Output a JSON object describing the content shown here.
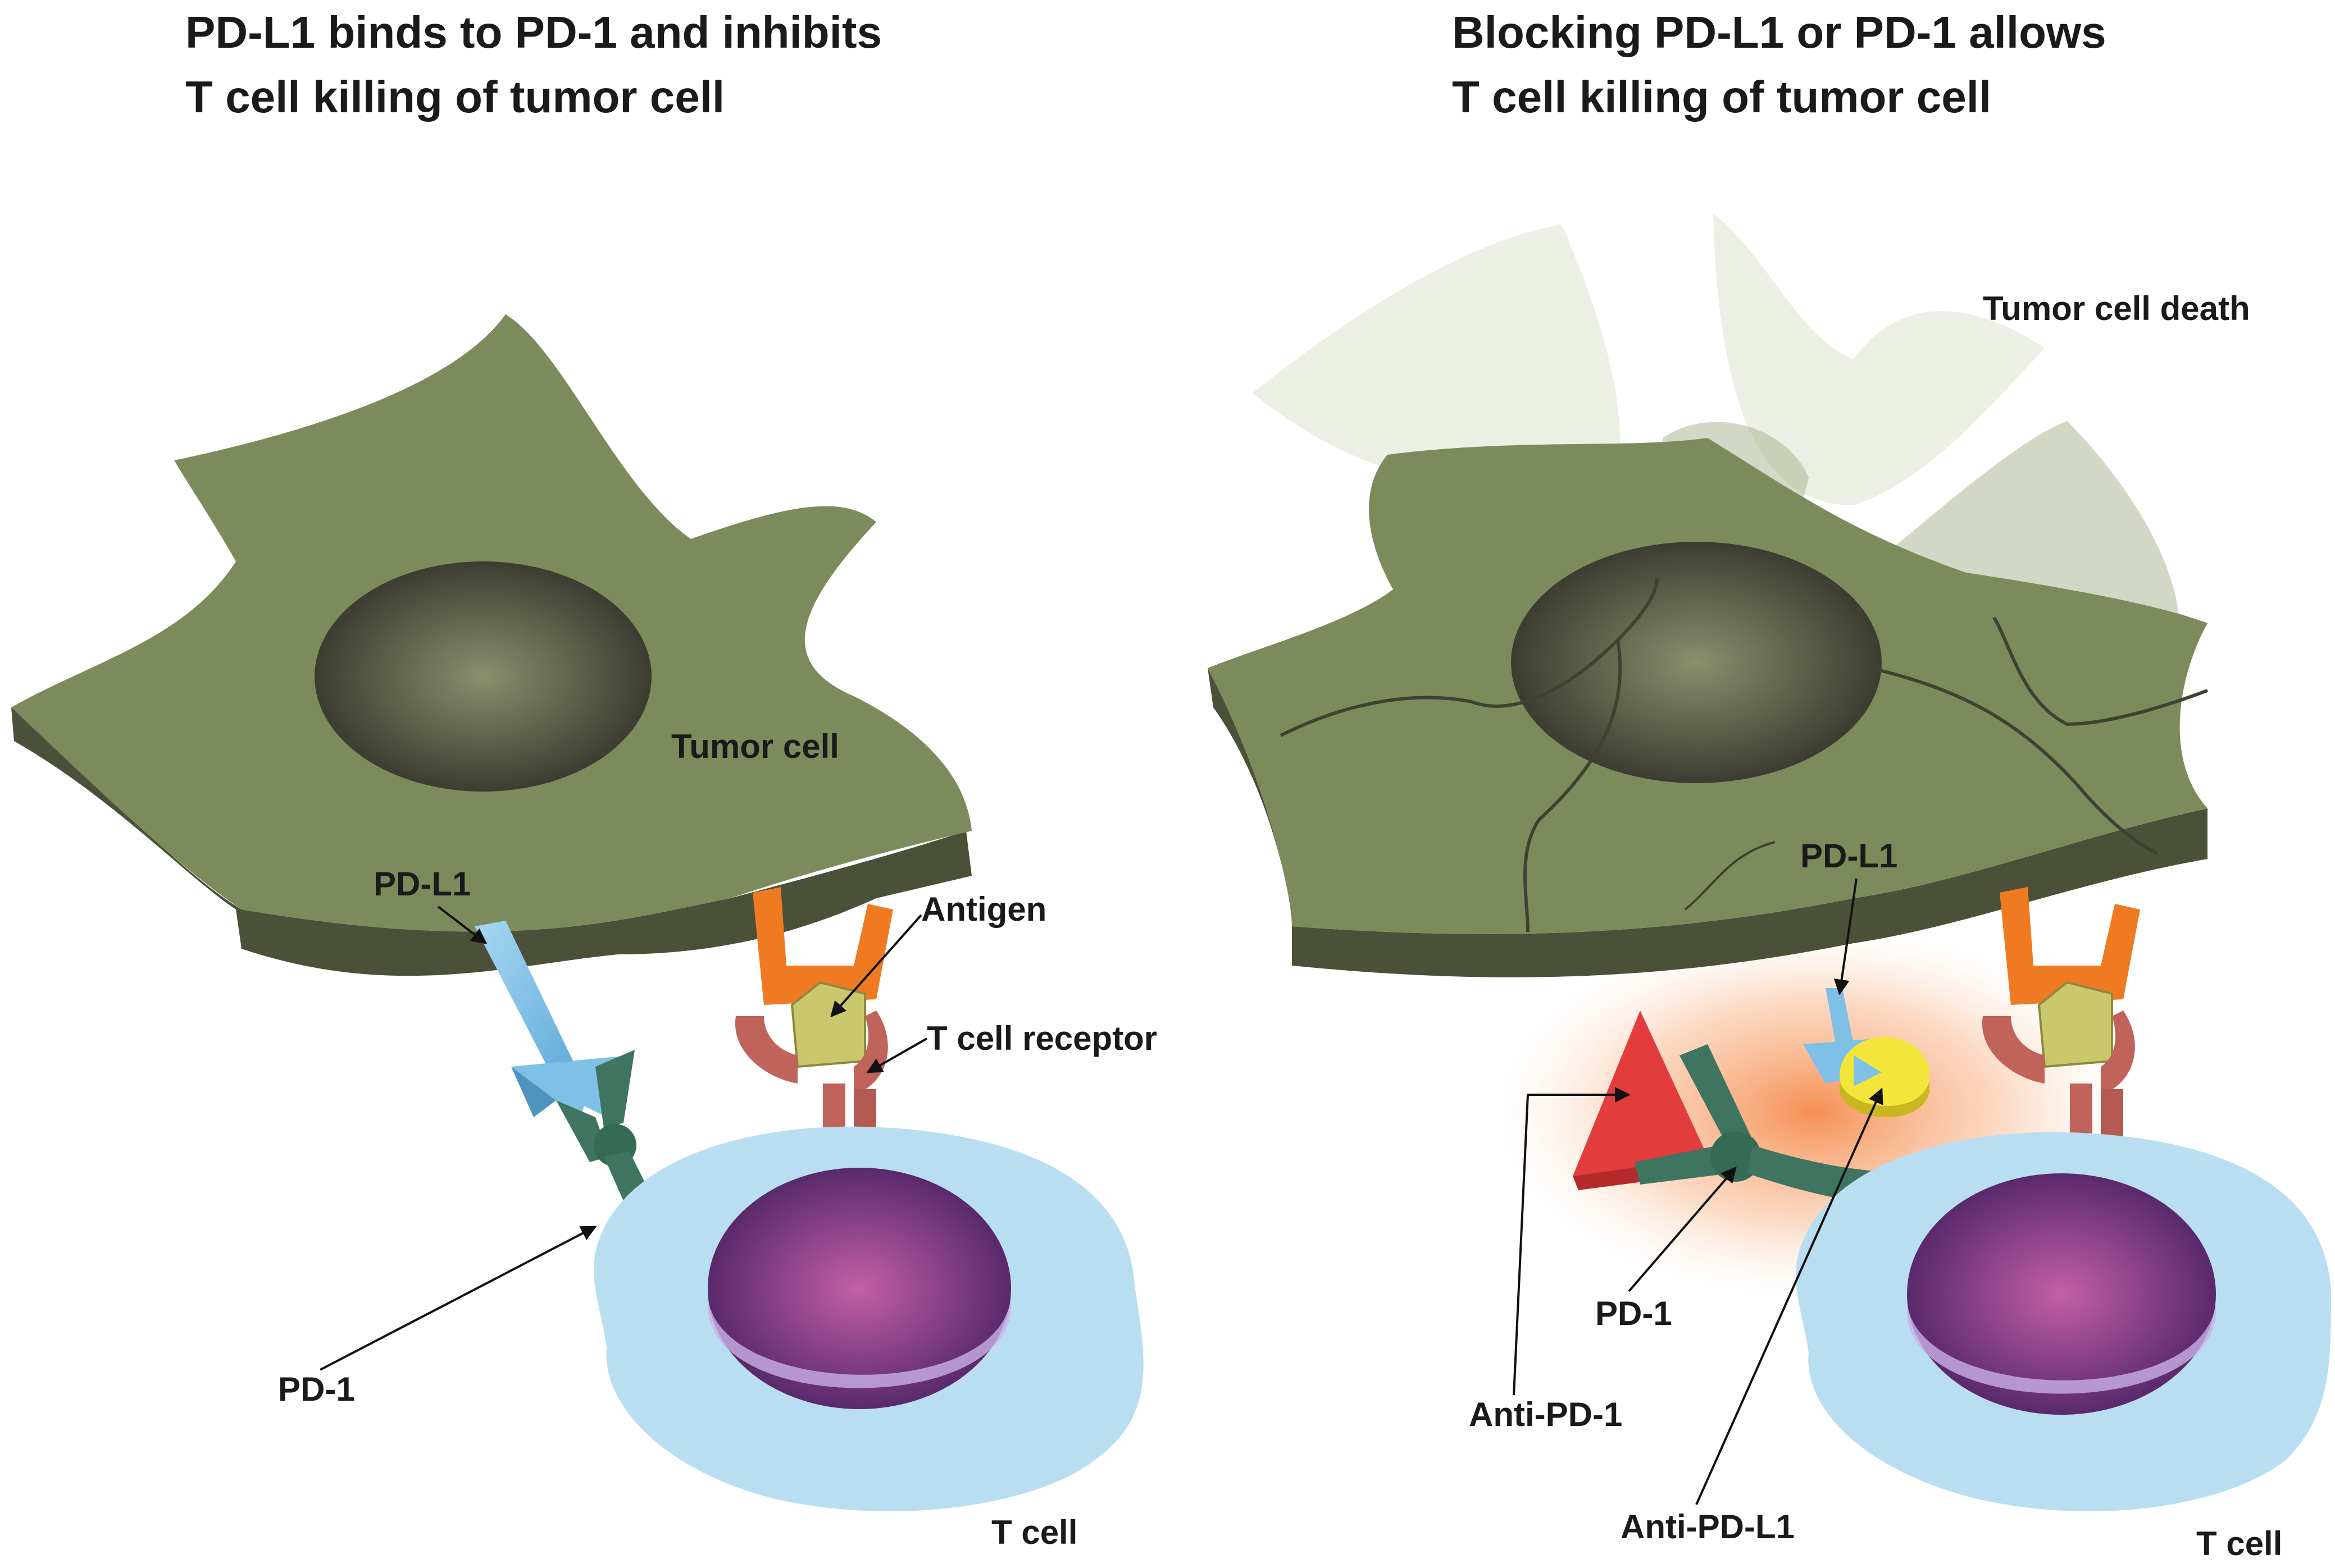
{
  "left_panel": {
    "title_line1": "PD-L1 binds to PD-1 and inhibits",
    "title_line2": "T cell killing of tumor cell",
    "labels": {
      "tumor_cell": "Tumor cell",
      "pd_l1": "PD-L1",
      "antigen": "Antigen",
      "t_cell_receptor": "T cell receptor",
      "pd_1": "PD-1",
      "t_cell": "T cell"
    }
  },
  "right_panel": {
    "title_line1": "Blocking PD-L1 or PD-1 allows",
    "title_line2": "T cell killing of tumor cell",
    "labels": {
      "tumor_cell_death": "Tumor cell death",
      "pd_l1": "PD-L1",
      "pd_1": "PD-1",
      "anti_pd_1": "Anti-PD-1",
      "anti_pd_l1": "Anti-PD-L1",
      "t_cell": "T cell"
    }
  },
  "colors": {
    "tumor_cell": "#7d8b5c",
    "tumor_edge": "#4a5138",
    "nucleus": "#4e4f3f",
    "t_cell": "#b9def2",
    "t_nucleus": "#7a3a85",
    "pd_l1": "#8cc8ea",
    "pd_1": "#3f7560",
    "tcr": "#c0635a",
    "mhc": "#ef7a22",
    "antigen": "#cbc76c",
    "anti_pd_1": "#e23c3c",
    "anti_pd_l1": "#f2e63a",
    "glow": "#f7a26a"
  }
}
